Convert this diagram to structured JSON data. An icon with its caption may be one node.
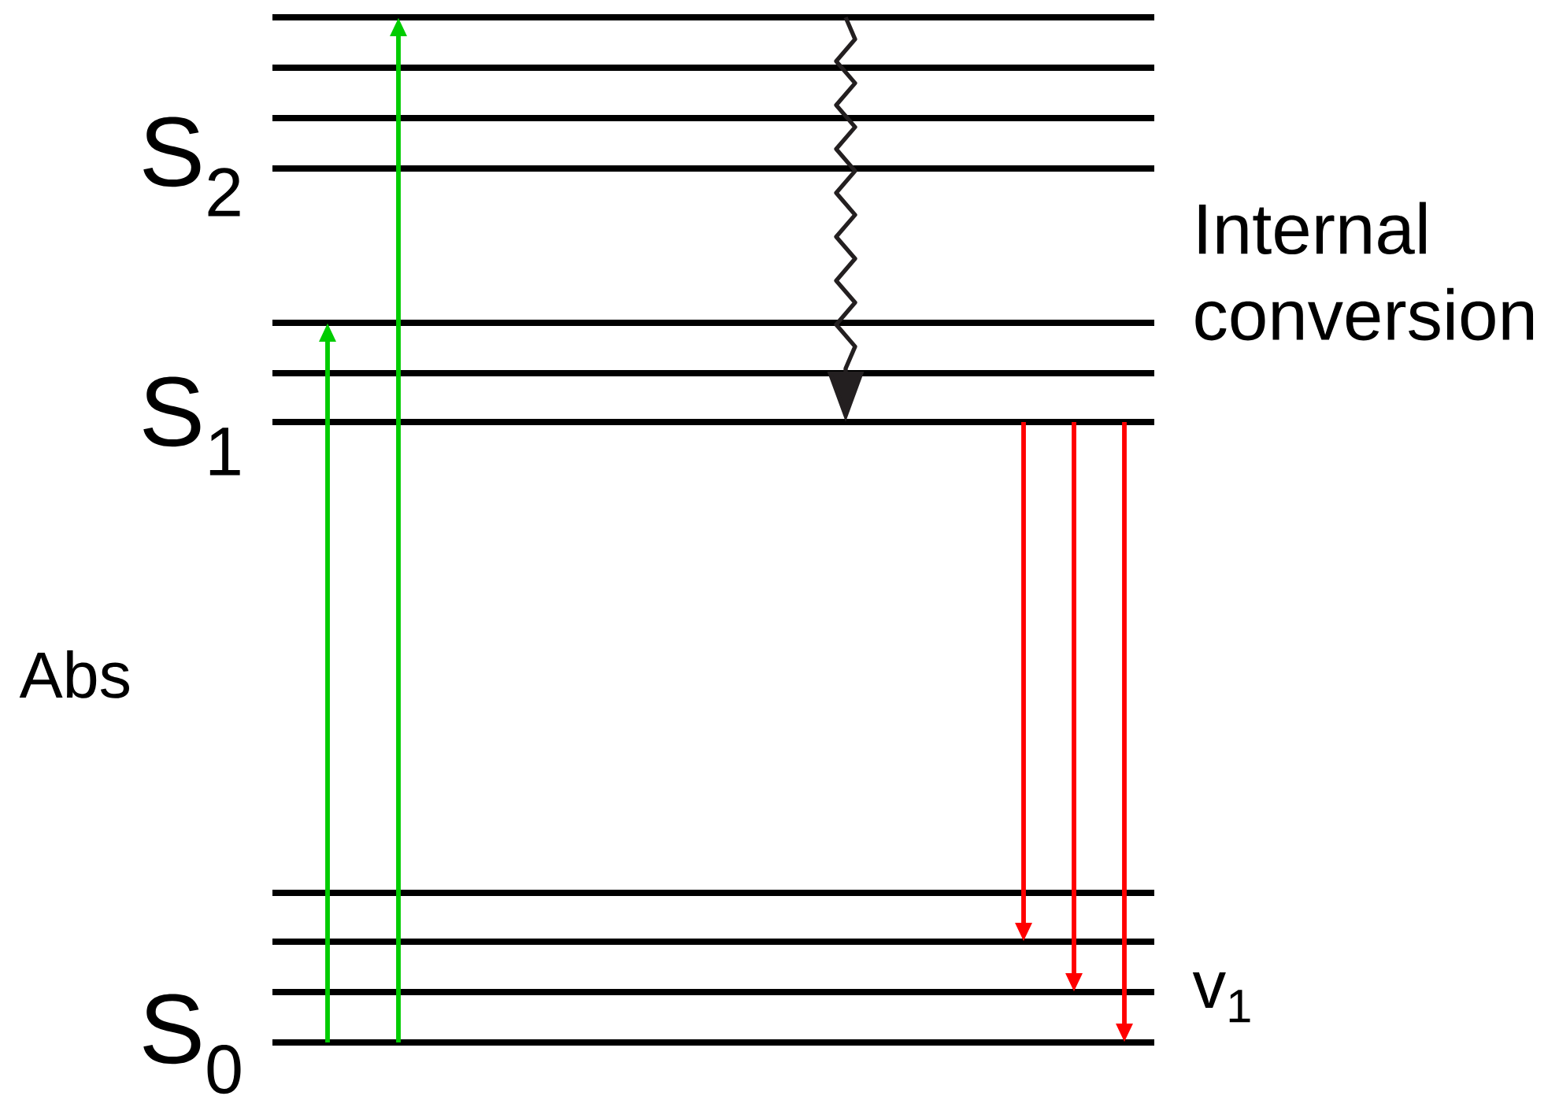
{
  "diagram": {
    "nodes": [
      {
        "text": [],
        "shape": "bar"
      },
      {
        "text": [],
        "shape": "bar"
      },
      {
        "text": [],
        "shape": "bar"
      },
      {
        "text": [],
        "shape": "bar",
        "beside": [
          "S$_{2}$"
        ]
      },
      {
        "text": [],
        "shape": "bar"
      },
      {
        "text": [],
        "shape": "bar"
      },
      {
        "text": [],
        "shape": "bar",
        "beside": [
          "S$_{1}$"
        ]
      },
      {
        "text": [],
        "shape": "bar"
      },
      {
        "text": [],
        "shape": "bar"
      },
      {
        "text": [],
        "shape": "bar",
        "beside": [
          "v$_{1}$"
        ]
      },
      {
        "text": [],
        "shape": "bar",
        "beside": [
          "S$_{0}$"
        ]
      }
    ],
    "edges": [
      {
        "from": 10,
        "to": 4,
        "arrow": "to",
        "color": "#00cc00"
      },
      {
        "from": 10,
        "to": 0,
        "arrow": "to",
        "color": "#00cc00"
      },
      {
        "from": 0,
        "to": 6,
        "arrow": "to",
        "color": "#231f20"
      },
      {
        "from": 6,
        "to": 8,
        "arrow": "to",
        "color": "#ff0000"
      },
      {
        "from": 6,
        "to": 9,
        "arrow": "to",
        "color": "#ff0000"
      },
      {
        "from": 6,
        "to": 10,
        "arrow": "to",
        "color": "#ff0000"
      }
    ],
    "labels": [
      "Internal conversion",
      "Abs"
    ]
  }
}
